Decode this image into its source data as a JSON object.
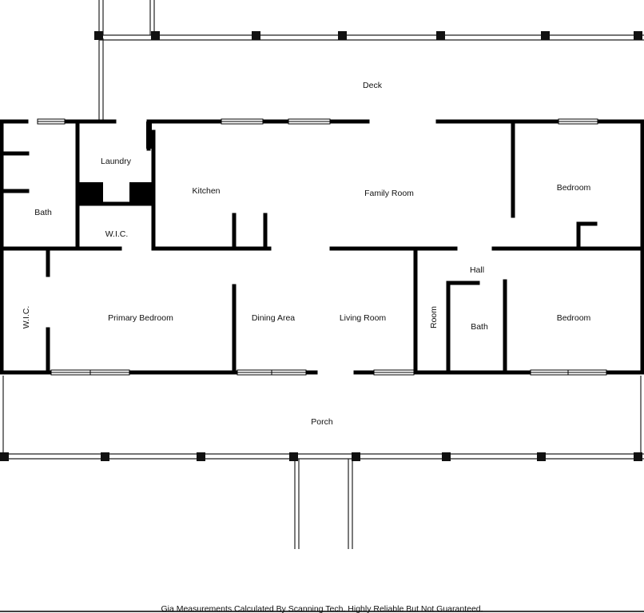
{
  "rooms": {
    "deck": "Deck",
    "laundry": "Laundry",
    "kitchen": "Kitchen",
    "family_room": "Family Room",
    "bedroom_ne": "Bedroom",
    "bath_w": "Bath",
    "wic_n": "W.I.C.",
    "wic_w": "W.I.C.",
    "primary_bedroom": "Primary Bedroom",
    "dining_area": "Dining Area",
    "living_room": "Living Room",
    "room": "Room",
    "hall": "Hall",
    "bath_s": "Bath",
    "bedroom_se": "Bedroom",
    "porch": "Porch"
  },
  "footer": {
    "disclaimer": "Gia Measurements Calculated By Scanning Tech. Highly Reliable But Not Guaranteed."
  }
}
